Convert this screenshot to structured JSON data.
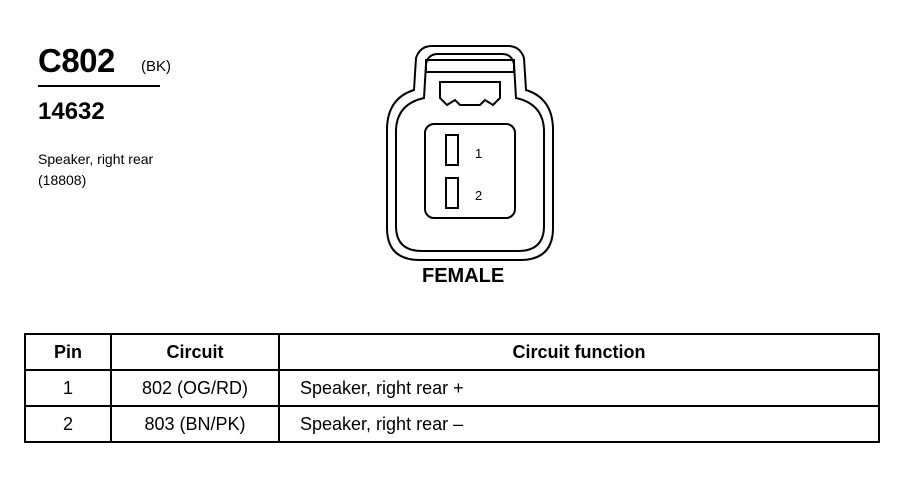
{
  "connector": {
    "id": "C802",
    "color_code": "(BK)",
    "part_number": "14632",
    "description_line1": "Speaker, right rear",
    "description_line2": "(18808)",
    "gender": "FEMALE",
    "pin_labels": [
      "1",
      "2"
    ]
  },
  "table": {
    "headers": [
      "Pin",
      "Circuit",
      "Circuit function"
    ],
    "rows": [
      {
        "pin": "1",
        "circuit": "802 (OG/RD)",
        "function": "Speaker, right rear  +"
      },
      {
        "pin": "2",
        "circuit": "803 (BN/PK)",
        "function": "Speaker, right rear  –"
      }
    ]
  }
}
